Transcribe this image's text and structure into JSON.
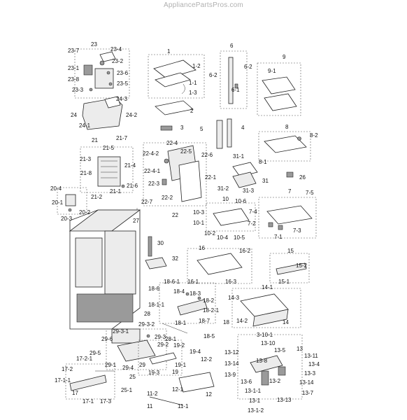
{
  "header": {
    "watermark": "AppliancePartsPros.com"
  },
  "colors": {
    "ink": "#222222",
    "part_fill": "#ececec",
    "part_dark": "#9a9a9a",
    "watermark": "#b0b0b0"
  },
  "callouts": {
    "c23": "23",
    "c23_7": "23-7",
    "c23_4": "23-4",
    "c23_2": "23-2",
    "c23_1": "23-1",
    "c23_6": "23-6",
    "c23_8": "23-8",
    "c23_5": "23-5",
    "c23_3": "23-3",
    "c24_3": "24-3",
    "c24": "24",
    "c24_2": "24-2",
    "c24_1": "24-1",
    "c1": "1",
    "c1_2": "1-2",
    "c1_1": "1-1",
    "c1_3": "1-3",
    "c2": "2",
    "c3": "3",
    "c6": "6",
    "c6_2a": "6-2",
    "c6_2b": "6-2",
    "c6_1": "6-1",
    "c5": "5",
    "c4": "4",
    "c9": "9",
    "c9_1": "9-1",
    "c8": "8",
    "c8_2": "8-2",
    "c8_1": "8-1",
    "c21": "21",
    "c21_7": "21-7",
    "c21_5": "21-5",
    "c21_3": "21-3",
    "c21_4": "21-4",
    "c21_8": "21-8",
    "c21_2": "21-2",
    "c21_1": "21-1",
    "c21_6": "21-6",
    "c22_4": "22-4",
    "c22_5": "22-5",
    "c22_4_2": "22-4-2",
    "c22_6": "22-6",
    "c22_4_1": "22-4-1",
    "c22_1": "22-1",
    "c22_3": "22-3",
    "c22_7": "22-7",
    "c22_2": "22-2",
    "c22": "22",
    "c31_1": "31-1",
    "c31_2": "31-2",
    "c31": "31",
    "c31_3": "31-3",
    "c26": "26",
    "c20_4": "20-4",
    "c20_1": "20-1",
    "c20_2": "20-2",
    "c20_3": "20-3",
    "c27": "27",
    "c10": "10",
    "c10_6": "10-6",
    "c10_3": "10-3",
    "c10_1": "10-1",
    "c10_2": "10-2",
    "c10_4": "10-4",
    "c10_5": "10-5",
    "c7": "7",
    "c7_5": "7-5",
    "c7_4": "7-4",
    "c7_2": "7-2",
    "c7_3": "7-3",
    "c7_1": "7-1",
    "c30": "30",
    "c32": "32",
    "c16": "16",
    "c16_2": "16-2",
    "c16_1": "16-1",
    "c16_3": "16-3",
    "c15": "15",
    "c15_2": "15-2",
    "c15_1": "15-1",
    "c18_6_1": "18-6-1",
    "c18_6": "18-6",
    "c18_4": "18-4",
    "c18_3": "18-3",
    "c18_2": "18-2",
    "c18_1_1": "18-1-1",
    "c18_2_1": "18-2-1",
    "c28": "28",
    "c18_1": "18-1",
    "c18_7": "18-7",
    "c18": "18",
    "c18_5": "18-5",
    "c14_1": "14-1",
    "c14_3": "14-3",
    "c14_2": "14-2",
    "c14": "14",
    "c29_3_2": "29-3-2",
    "c29_3_1": "29-3-1",
    "c29_3": "29-3",
    "c29_6": "29-6",
    "c29_2": "29-2",
    "c29_5": "29-5",
    "c29_1": "29-1",
    "c29_4": "29-4",
    "c29": "29",
    "c28_1": "28-1",
    "c19_2": "19-2",
    "c19_4": "19-4",
    "c12_2": "12-2",
    "c19_1": "19-1",
    "c19_3": "19-3",
    "c19": "19",
    "c12_1": "12-1",
    "c12": "12",
    "c3_10_1": "3-10-1",
    "c13_10": "13-10",
    "c13_12": "13-12",
    "c13_5": "13-5",
    "c13": "13",
    "c13_11": "13-11",
    "c13_14a": "13-14",
    "c13_8": "13-8",
    "c13_4": "13-4",
    "c13_9": "13-9",
    "c13_3": "13-3",
    "c13_6": "13-6",
    "c13_2": "13-2",
    "c13_14b": "13-14",
    "c13_7": "13-7",
    "c13_1_1": "13-1-1",
    "c13_13": "13-13",
    "c13_1": "13-1",
    "c13_1_2": "13-1-2",
    "c17_2_1": "17-2-1",
    "c17_2": "17-2",
    "c17_1_1": "17-1-1",
    "c17": "17",
    "c17_1": "17-1",
    "c17_3": "17-3",
    "c25": "25",
    "c25_1": "25-1",
    "c11_2": "11-2",
    "c11": "11",
    "c11_1": "11-1"
  }
}
